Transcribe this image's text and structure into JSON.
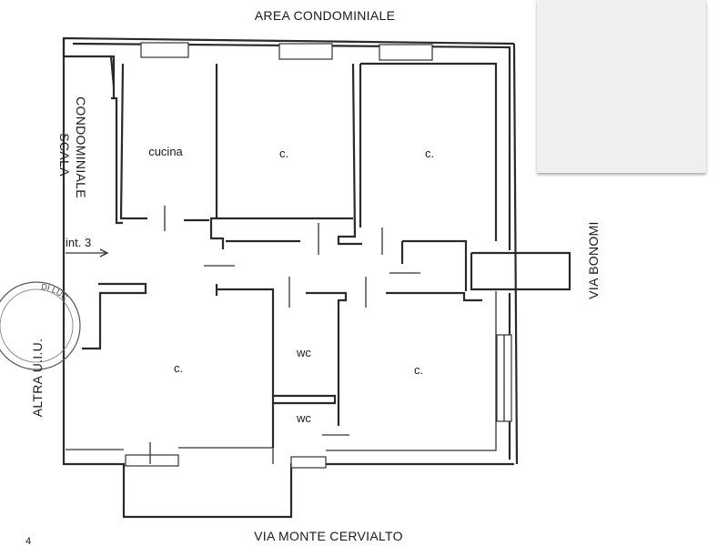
{
  "labels": {
    "top": "AREA CONDOMINIALE",
    "bottom": "VIA MONTE CERVIALTO",
    "right": "VIA BONOMI",
    "left_bottom": "ALTRA U.I.U.",
    "scala_line1": "SCALA",
    "scala_line2": "CONDOMINIALE",
    "entrance": "int. 3",
    "page_mark": "4"
  },
  "rooms": {
    "kitchen": "cucina",
    "room_top_middle": "c.",
    "room_top_right": "c.",
    "room_bottom_left": "c.",
    "room_bottom_right": "c.",
    "wc_upper": "wc",
    "wc_lower": "wc"
  },
  "stamp": {
    "text": "DI LUC"
  },
  "colors": {
    "ink": "#2a2a2a",
    "panel": "#efefef"
  }
}
